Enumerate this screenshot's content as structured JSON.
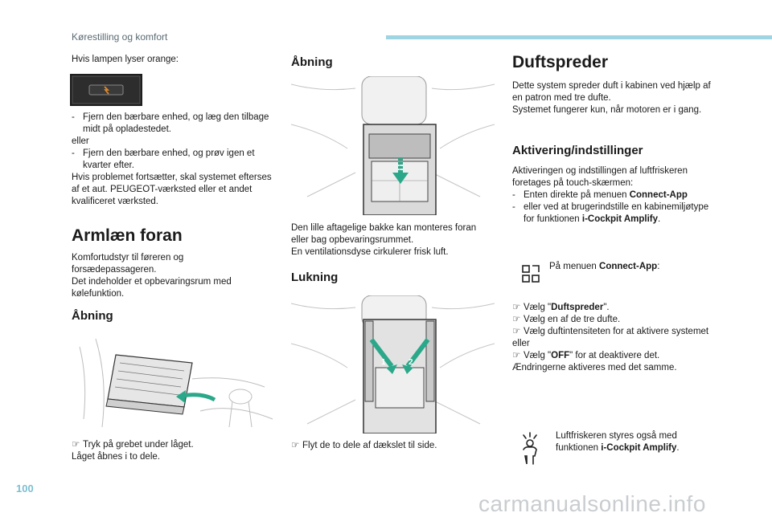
{
  "header": {
    "section": "Kørestilling og komfort"
  },
  "page_number": "100",
  "watermark": "carmanualsonline.info",
  "col1": {
    "intro": "Hvis lampen lyser orange:",
    "steps": [
      {
        "mark": "-",
        "text": "Fjern den bærbare enhed, og læg den tilbage midt på opladestedet."
      },
      {
        "mark": "-",
        "text": "Fjern den bærbare enhed, og prøv igen et kvarter efter."
      }
    ],
    "or_label": "eller",
    "problem_text": "Hvis problemet fortsætter, skal systemet efterses af et aut. PEUGEOT-værksted eller et andet kvalificeret værksted.",
    "armrest_title": "Armlæn foran",
    "armrest_text1": "Komfortudstyr til føreren og forsædepassageren.",
    "armrest_text2": "Det indeholder et opbevaringsrum med kølefunktion.",
    "opening_title": "Åbning",
    "opening_step": "Tryk på grebet under låget.",
    "opening_note": "Låget åbnes i to dele."
  },
  "col2": {
    "opening_title": "Åbning",
    "tray_text1": "Den lille aftagelige bakke kan monteres foran eller bag opbevaringsrummet.",
    "tray_text2": "En ventilationsdyse cirkulerer frisk luft.",
    "closing_title": "Lukning",
    "closing_step": "Flyt de to dele af dækslet til side.",
    "callout_1": "1",
    "callout_2": "2"
  },
  "col3": {
    "title": "Duftspreder",
    "intro1": "Dette system spreder duft i kabinen ved hjælp af en patron med tre dufte.",
    "intro2": "Systemet fungerer kun, når motoren er i gang.",
    "activation_title": "Aktivering/indstillinger",
    "activation_text": "Aktiveringen og indstillingen af luftfriskeren foretages på touch-skærmen:",
    "opt1_prefix": "Enten direkte på menuen ",
    "opt1_bold": "Connect-App",
    "opt2_prefix": "eller ved at brugerindstille en kabinemiljøtype for funktionen ",
    "opt2_bold": "i-Cockpit Amplify",
    "opt2_suffix": ".",
    "menu_prefix": "På menuen ",
    "menu_bold": "Connect-App",
    "menu_suffix": ":",
    "sel1_prefix": "Vælg \"",
    "sel1_bold": "Duftspreder",
    "sel1_suffix": "\".",
    "sel2": "Vælg en af de tre dufte.",
    "sel3": "Vælg duftintensiteten for at aktivere systemet",
    "or_label": "eller",
    "sel4_prefix": "Vælg \"",
    "sel4_bold": "OFF",
    "sel4_suffix": "\" for at deaktivere det.",
    "changes_note": "Ændringerne aktiveres med det samme.",
    "tip_prefix": "Luftfriskeren styres også med funktionen ",
    "tip_bold": "i-Cockpit Amplify",
    "tip_suffix": "."
  },
  "icons": {
    "bullet": "finger-bullet-icon",
    "menu_icon": "apps-grid-icon",
    "tip_icon": "person-tip-icon",
    "lamp": "orange-charging-lamp"
  },
  "colors": {
    "header_bar": "#9fd4e2",
    "page_number": "#7dbfd2",
    "arrow_green": "#2aa889",
    "lamp_orange": "#e08a2a"
  }
}
